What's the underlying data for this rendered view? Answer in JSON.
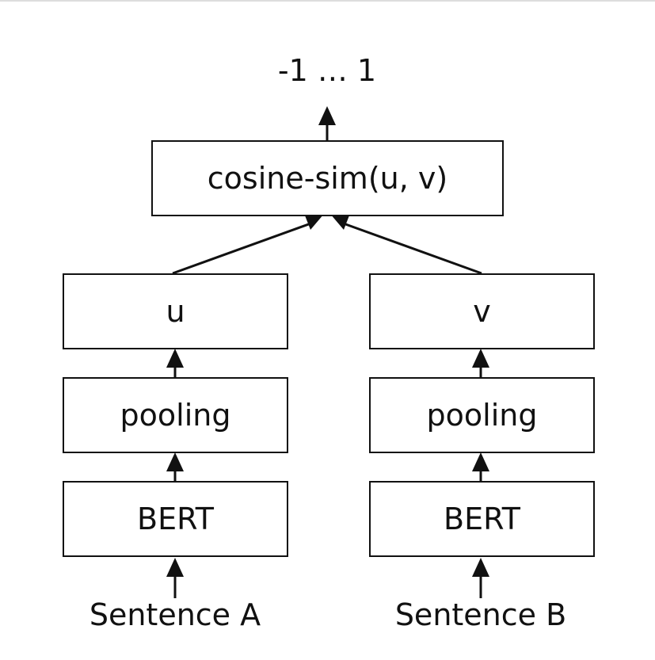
{
  "output_range": "-1 … 1",
  "similarity": "cosine-sim(u, v)",
  "left": {
    "embedding": "u",
    "pooling": "pooling",
    "encoder": "BERT",
    "input": "Sentence A"
  },
  "right": {
    "embedding": "v",
    "pooling": "pooling",
    "encoder": "BERT",
    "input": "Sentence B"
  },
  "colors": {
    "stroke": "#111111",
    "background": "#ffffff"
  }
}
